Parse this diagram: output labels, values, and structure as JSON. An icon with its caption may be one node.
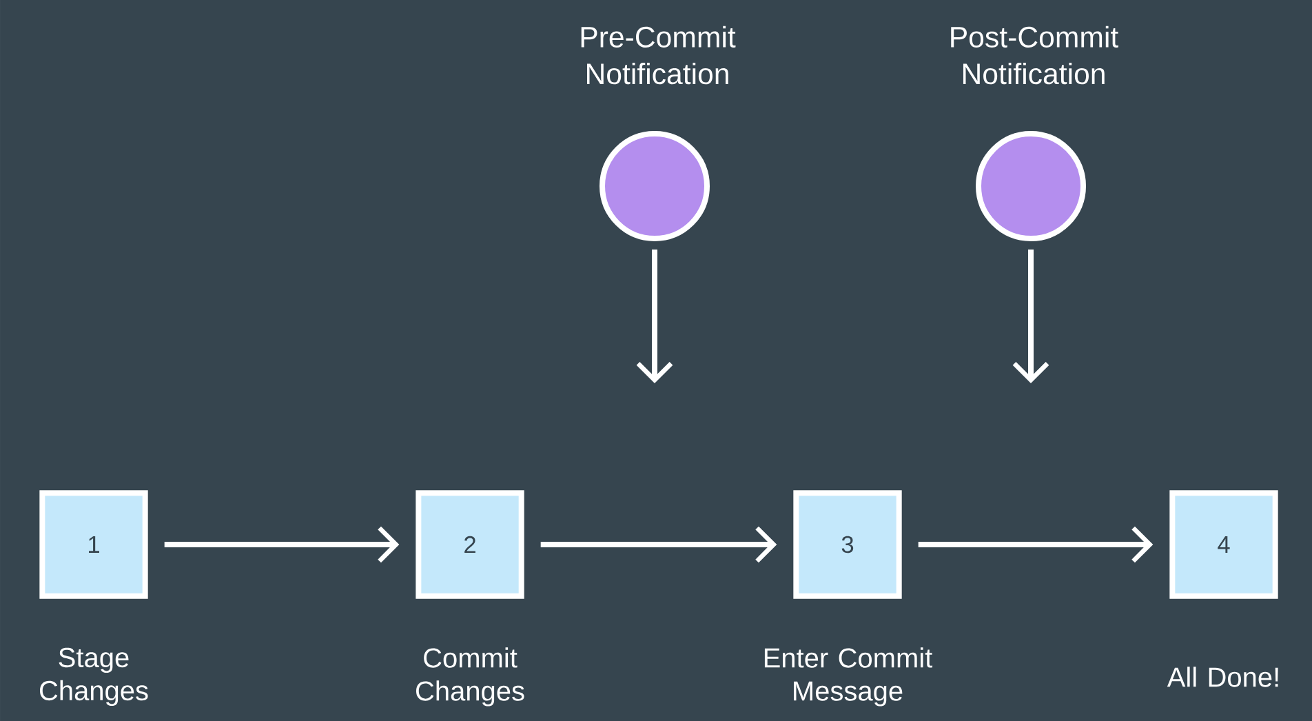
{
  "diagram": {
    "nodes": [
      {
        "text": [
          "Pre-Commit Notification"
        ]
      },
      {
        "text": [
          "Post-Commit Notification"
        ]
      },
      {
        "text": [
          "1"
        ],
        "beside": [
          "Stage Changes"
        ]
      },
      {
        "text": [
          "2"
        ],
        "beside": [
          "Commit Changes"
        ]
      },
      {
        "text": [
          "3"
        ],
        "beside": [
          "Enter Commit Message"
        ]
      },
      {
        "text": [
          "4"
        ],
        "beside": [
          "All Done!"
        ]
      }
    ],
    "edges": [
      {
        "from": 2,
        "to": 3,
        "arrow": "to"
      },
      {
        "from": 3,
        "to": 4,
        "arrow": "to"
      },
      {
        "from": 4,
        "to": 5,
        "arrow": "to"
      },
      {
        "from": 0,
        "to": null,
        "arrow": "to"
      },
      {
        "from": 1,
        "to": null,
        "arrow": "to"
      }
    ]
  }
}
